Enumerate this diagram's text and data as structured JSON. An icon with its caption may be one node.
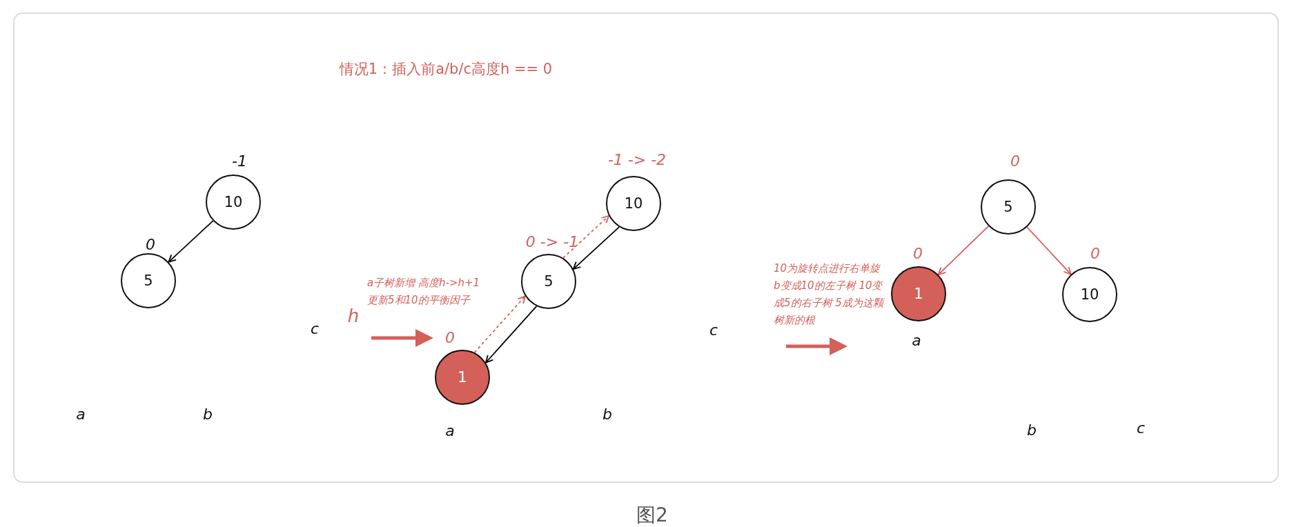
{
  "diagram": {
    "title": "情况1：插入前a/b/c高度h == 0",
    "caption": "图2",
    "nodes": [
      {
        "text": [
          "10"
        ],
        "beside": [
          "-1"
        ]
      },
      {
        "text": [
          "5"
        ],
        "beside": [
          "0"
        ]
      },
      {
        "text": [
          "10"
        ],
        "beside": [
          "-1 -> -2"
        ]
      },
      {
        "text": [
          "5"
        ],
        "beside": [
          "0 -> -1"
        ]
      },
      {
        "text": [
          "1"
        ],
        "beside": [
          "0"
        ]
      },
      {
        "text": [
          "5"
        ],
        "beside": [
          "0"
        ]
      },
      {
        "text": [
          "1"
        ],
        "beside": [
          "0"
        ]
      },
      {
        "text": [
          "10"
        ],
        "beside": [
          "0"
        ]
      }
    ],
    "edges": [
      {
        "from": 0,
        "to": 1,
        "arrow": "to",
        "color": "#000000"
      },
      {
        "from": 2,
        "to": 3,
        "arrow": "to",
        "color": "#000000"
      },
      {
        "from": 3,
        "to": 4,
        "arrow": "to",
        "color": "#000000"
      },
      {
        "from": 4,
        "to": 3,
        "arrow": "to",
        "style": "dashed",
        "color": "#d4605a"
      },
      {
        "from": 3,
        "to": 2,
        "arrow": "to",
        "style": "dashed",
        "color": "#d4605a"
      },
      {
        "from": 5,
        "to": 6,
        "arrow": "to",
        "color": "#d4605a"
      },
      {
        "from": 5,
        "to": 7,
        "arrow": "to",
        "color": "#d4605a"
      }
    ],
    "labels": [
      "a",
      "b",
      "c",
      "h",
      "a子树新增 高度h->h+1 更新5和10的平衡因子",
      "a",
      "b",
      "c",
      "10为旋转点进行右单旋 b变成10的左子树 10变成5的右子树 5成为这颗树新的根",
      "a",
      "b",
      "c"
    ]
  }
}
